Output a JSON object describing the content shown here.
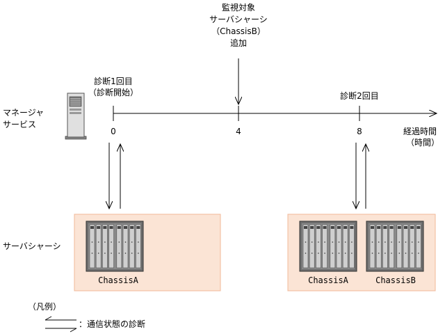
{
  "event": {
    "line1": "監視対象",
    "line2": "サーバシャーシ",
    "line3": "（ChassisB）",
    "line4": "追加"
  },
  "diag1": {
    "line1": "診断1回目",
    "line2": "（診断開始）"
  },
  "diag2": {
    "line1": "診断2回目"
  },
  "manager": {
    "line1": "マネージャ",
    "line2": "サービス"
  },
  "timeline": {
    "ticks": [
      "0",
      "4",
      "8"
    ],
    "axis_label_line1": "経過時間",
    "axis_label_line2": "（時間）"
  },
  "server_chassis_label": "サーバシャーシ",
  "groups": {
    "left": {
      "chassis": [
        "ChassisA"
      ]
    },
    "right": {
      "chassis": [
        "ChassisA",
        "ChassisB"
      ]
    }
  },
  "legend": {
    "title": "（凡例）",
    "arrow_label": "：通信状態の診断"
  },
  "colors": {
    "group_fill": "#fbe4d5",
    "group_border": "#f0b898",
    "rack_dark": "#6e6e6e",
    "rack_light": "#cfcfcf",
    "line": "#000000"
  }
}
